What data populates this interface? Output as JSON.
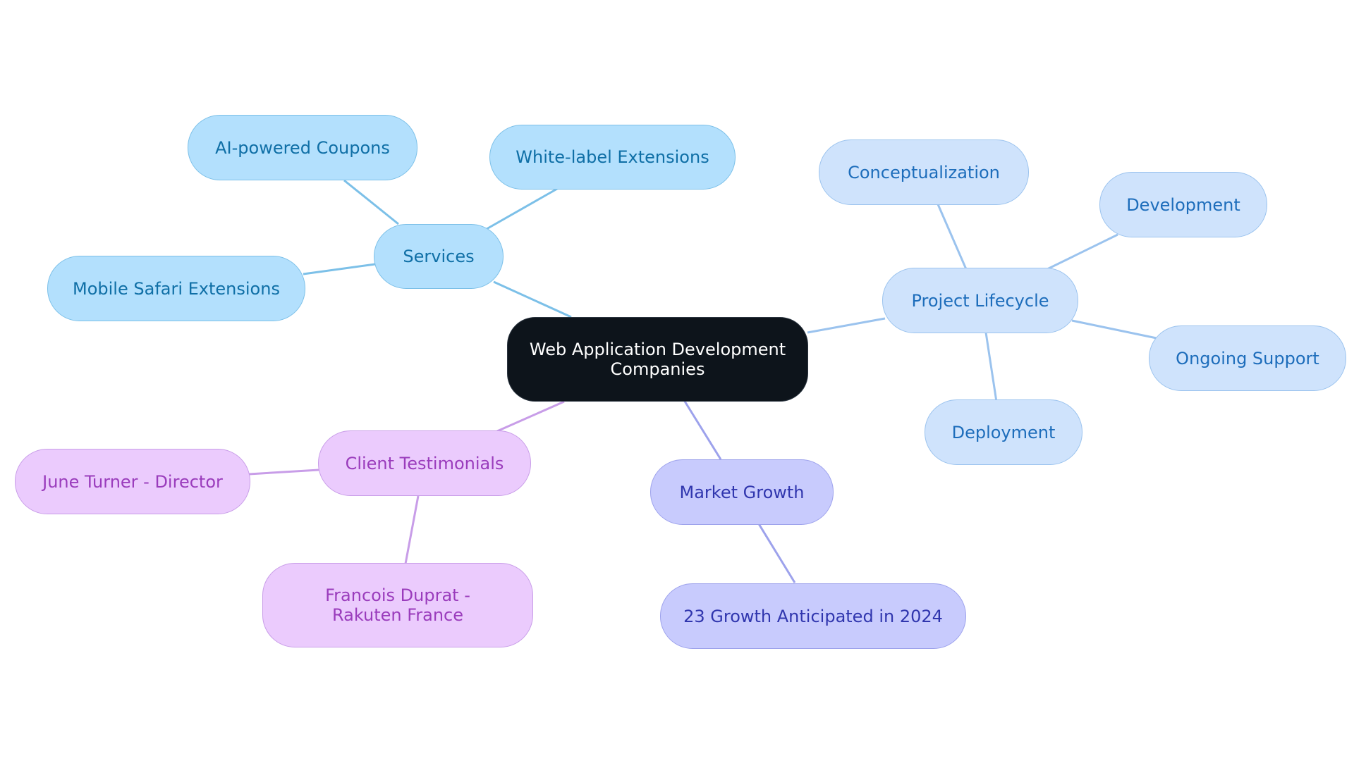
{
  "diagram": {
    "root": "Web Application Development Companies",
    "branches": [
      {
        "label": "Services",
        "color": "#7cc0e8",
        "children": [
          "AI-powered Coupons",
          "White-label Extensions",
          "Mobile Safari Extensions"
        ]
      },
      {
        "label": "Project Lifecycle",
        "color": "#9bc3ee",
        "children": [
          "Conceptualization",
          "Development",
          "Ongoing Support",
          "Deployment"
        ]
      },
      {
        "label": "Client Testimonials",
        "color": "#c89de8",
        "children": [
          "June Turner - Director",
          "Francois Duprat - Rakuten France"
        ]
      },
      {
        "label": "Market Growth",
        "color": "#9da2ec",
        "children": [
          "23 Growth Anticipated in 2024"
        ]
      }
    ]
  }
}
